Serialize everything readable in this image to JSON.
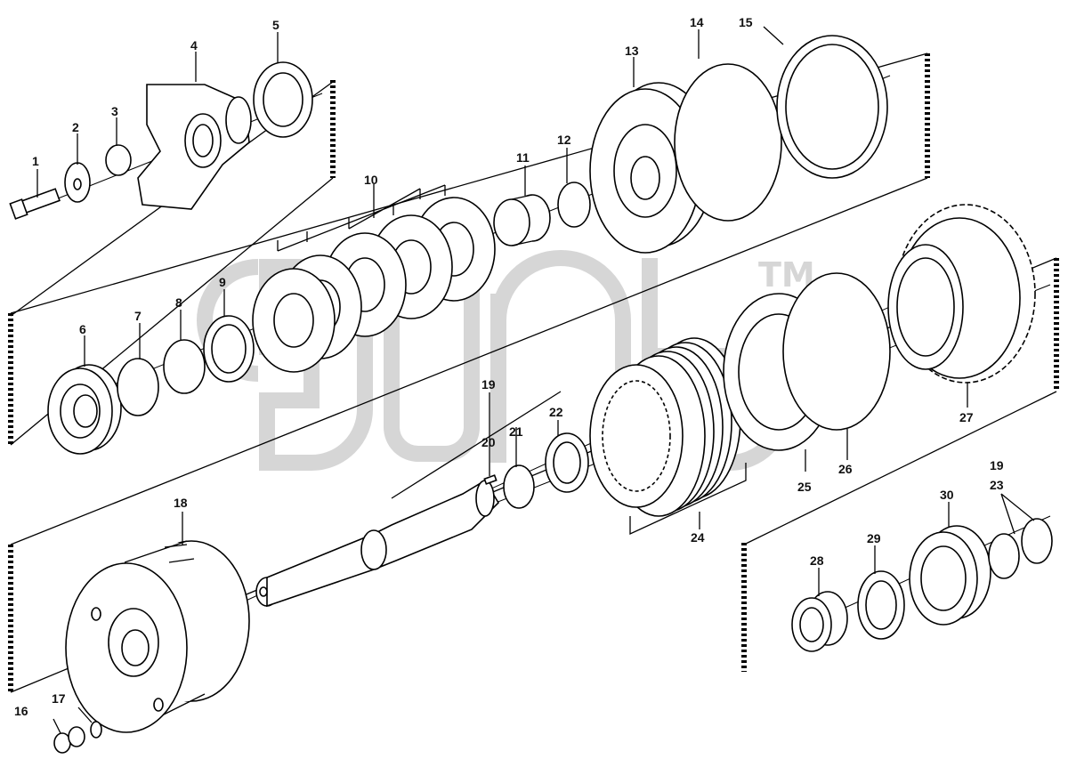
{
  "labels": {
    "l1": "1",
    "l2": "2",
    "l3": "3",
    "l4": "4",
    "l5": "5",
    "l6": "6",
    "l7": "7",
    "l8": "8",
    "l9": "9",
    "l10": "10",
    "l11": "11",
    "l12": "12",
    "l13": "13",
    "l14": "14",
    "l15": "15",
    "l16": "16",
    "l17": "17",
    "l18": "18",
    "l19a": "19",
    "l19b": "19",
    "l20": "20",
    "l21": "21",
    "l22": "22",
    "l23": "23",
    "l24": "24",
    "l25": "25",
    "l26": "26",
    "l27": "27",
    "l28": "28",
    "l29": "29",
    "l30": "30"
  },
  "watermark": {
    "tm": "TM"
  },
  "colors": {
    "line": "#000000",
    "watermark": "#d9d9d9",
    "background": "#ffffff"
  }
}
